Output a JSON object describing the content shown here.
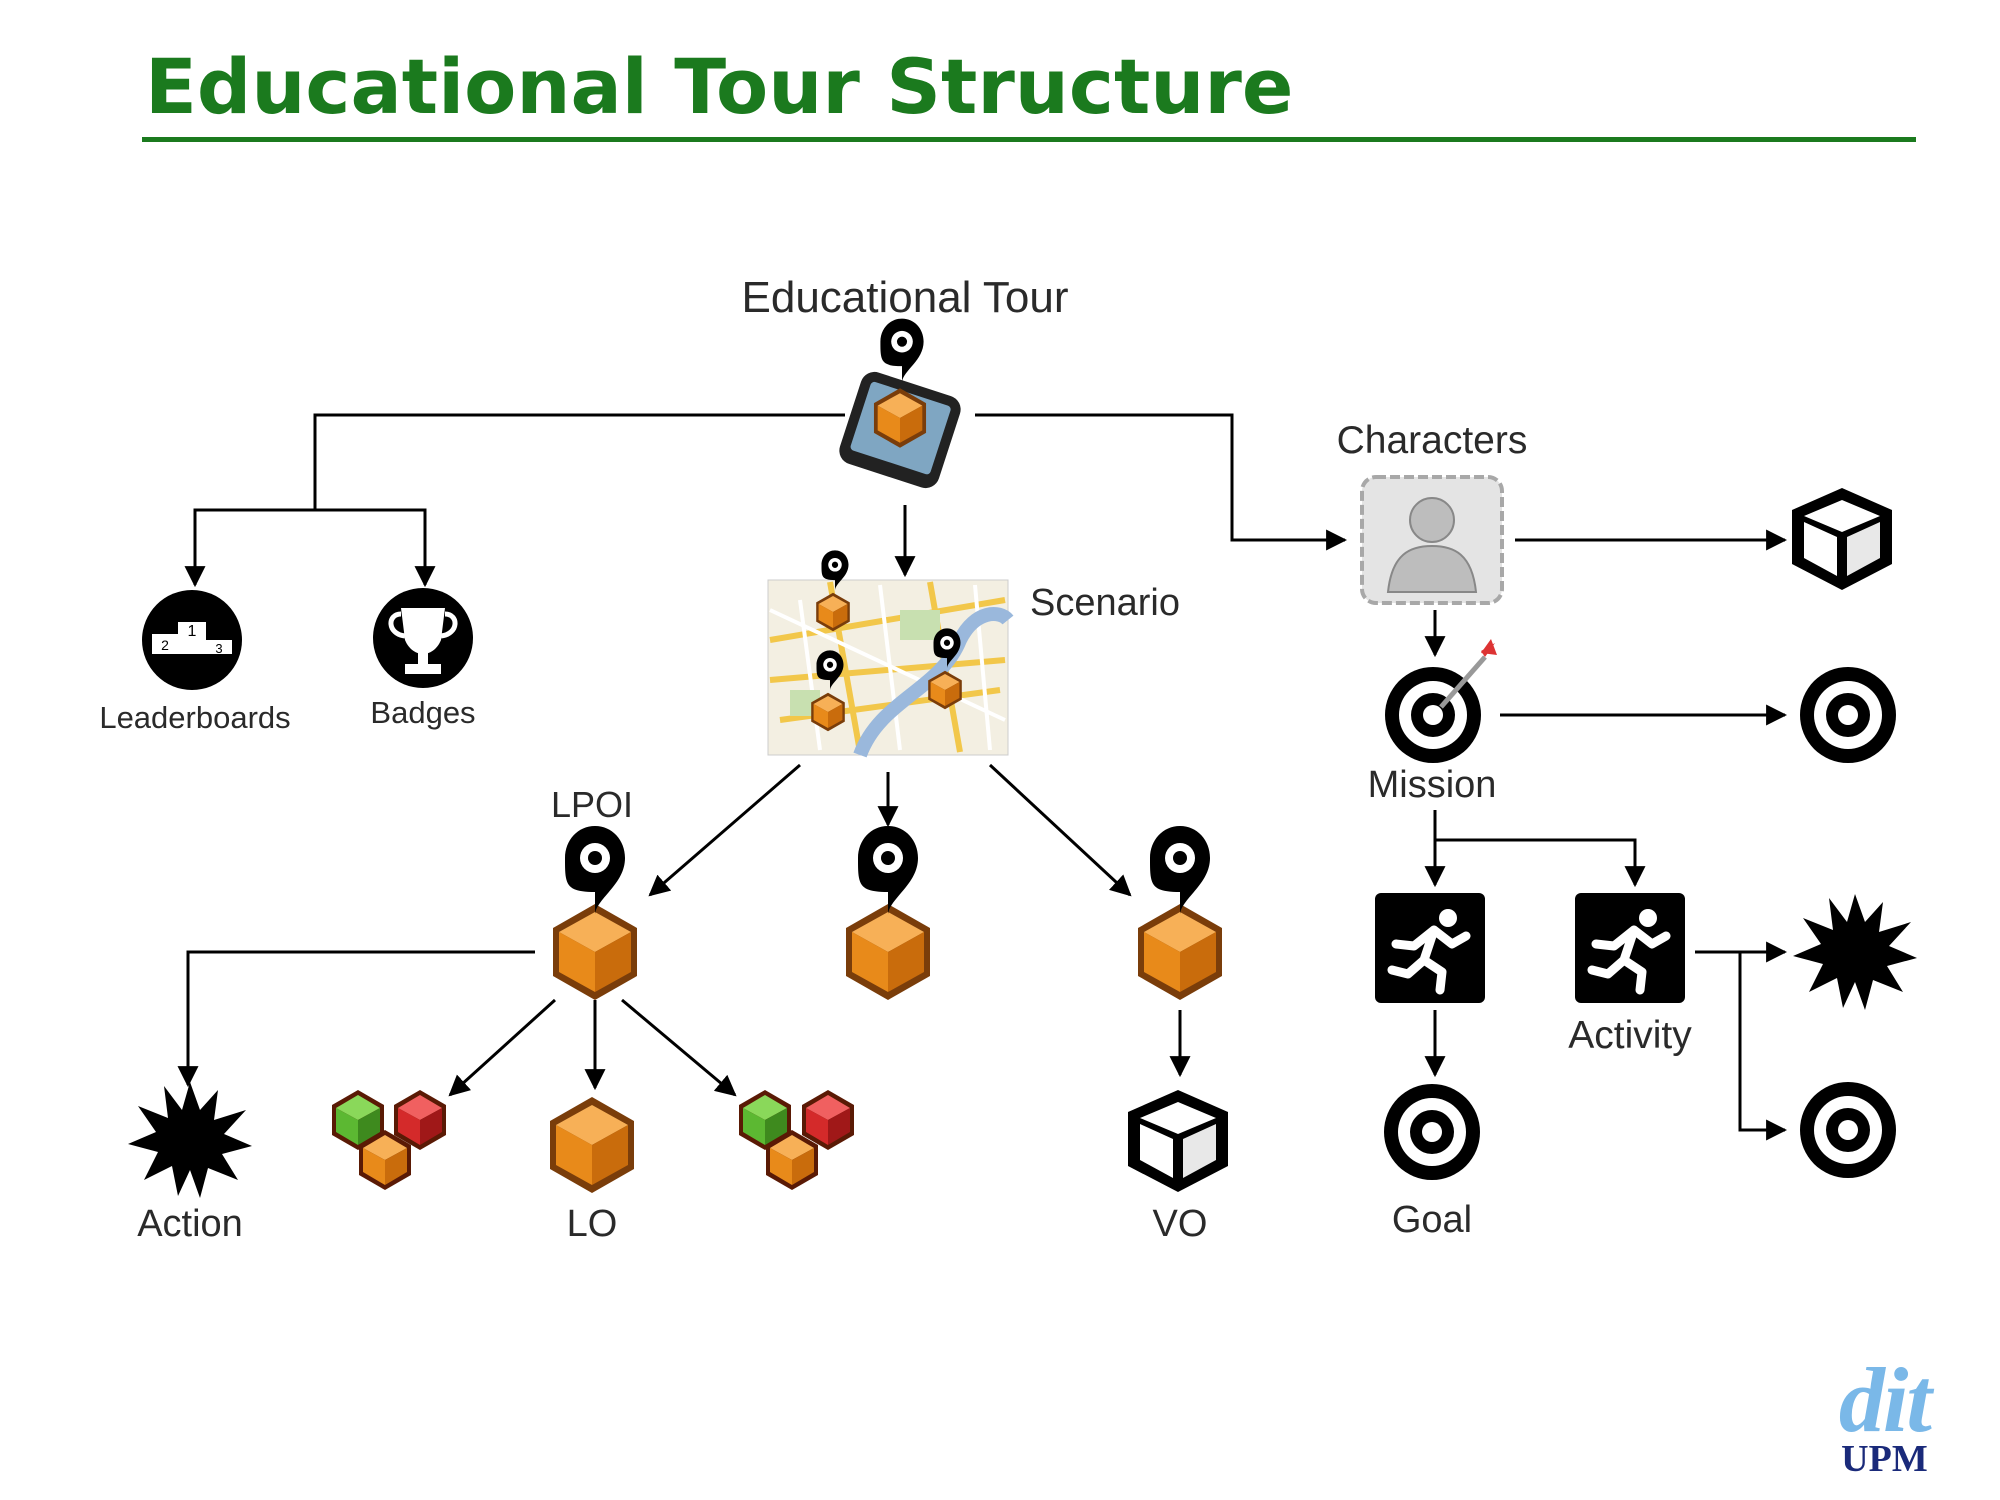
{
  "slide": {
    "title": "Educational Tour Structure"
  },
  "nodes": {
    "educational_tour": "Educational Tour",
    "leaderboards": "Leaderboards",
    "badges": "Badges",
    "scenario": "Scenario",
    "characters": "Characters",
    "mission": "Mission",
    "lpoi": "LPOI",
    "action": "Action",
    "lo": "LO",
    "vo": "VO",
    "activity": "Activity",
    "goal": "Goal"
  },
  "logo": {
    "mark": "dit",
    "org": "UPM"
  },
  "colors": {
    "title_green": "#1b7a1e",
    "cube_orange": "#e88a1a",
    "cube_green": "#5cb832",
    "cube_red": "#d42a2a",
    "logo_blue": "#7ab8e8",
    "logo_navy": "#1a2a7a"
  }
}
